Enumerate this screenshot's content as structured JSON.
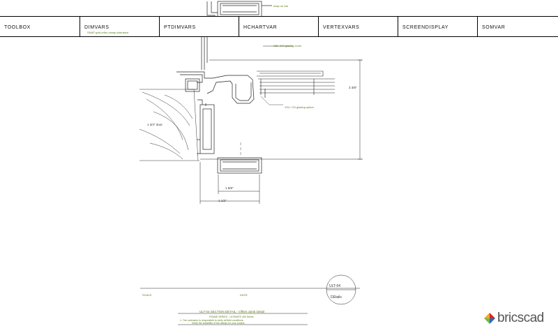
{
  "toolbar": {
    "items": [
      {
        "label": "TOOLBOX"
      },
      {
        "label": "DIMVARS",
        "sub": "SNAP-grid-ortho-osnap-tolerance"
      },
      {
        "label": "PTDIMVARS"
      },
      {
        "label": "HCHARTVAR"
      },
      {
        "label": "VERTEXVARS"
      },
      {
        "label": "SCREENDISPLAY"
      },
      {
        "label": "SOMVAR"
      }
    ]
  },
  "annotations": {
    "top_callout": "snap on bar",
    "glazing_top": "ABL-340 glazing cover",
    "glazing_opt": "VGL-710 glazing option",
    "left_dim": "1 3/4\" door",
    "right_dim": "3 3/8\"",
    "bottom_dim_1": "1 5/8\"",
    "bottom_dim_2": "1 1/2\""
  },
  "title_block": {
    "scale_label": "SCALE:",
    "date_label": "DATE:",
    "detail_id": "ULT-04",
    "detail_sub": "DEtails",
    "title": "ULT-04 SECTION DETAIL - Offset Jamb Detail",
    "line1": "FRAME SERIES - ULTIMATE 400 Series",
    "line2": "1. The contractor is responsible to verify all field conditions.",
    "line3": "Verify the suitability of the design for your project."
  },
  "logo": {
    "text": "bricscad",
    "colors": [
      "#e2231a",
      "#1d6fb8",
      "#f5a623",
      "#7ab648"
    ]
  }
}
